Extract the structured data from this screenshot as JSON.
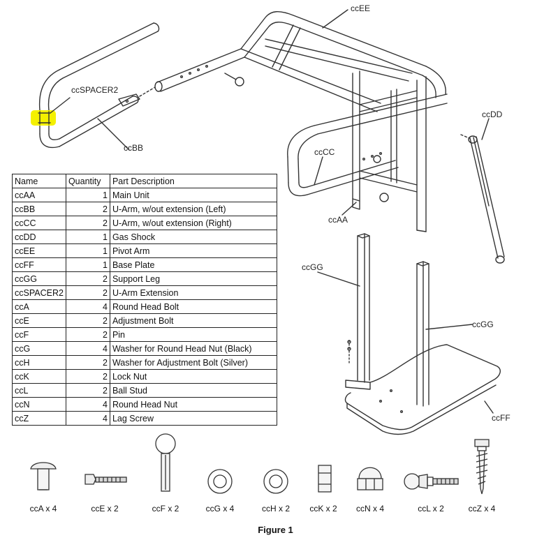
{
  "labels": {
    "ccEE": "ccEE",
    "ccSPACER2": "ccSPACER2",
    "ccBB": "ccBB",
    "ccCC": "ccCC",
    "ccDD": "ccDD",
    "ccAA": "ccAA",
    "ccGG_left": "ccGG",
    "ccGG_right": "ccGG",
    "ccFF": "ccFF"
  },
  "table": {
    "headers": [
      "Name",
      "Quantity",
      "Part Description"
    ],
    "rows": [
      [
        "ccAA",
        "1",
        "Main Unit"
      ],
      [
        "ccBB",
        "2",
        "U-Arm, w/out extension (Left)"
      ],
      [
        "ccCC",
        "2",
        "U-Arm, w/out extension (Right)"
      ],
      [
        "ccDD",
        "1",
        "Gas Shock"
      ],
      [
        "ccEE",
        "1",
        "Pivot Arm"
      ],
      [
        "ccFF",
        "1",
        "Base Plate"
      ],
      [
        "ccGG",
        "2",
        "Support Leg"
      ],
      [
        "ccSPACER2",
        "2",
        "U-Arm Extension"
      ],
      [
        "ccA",
        "4",
        "Round Head Bolt"
      ],
      [
        "ccE",
        "2",
        "Adjustment Bolt"
      ],
      [
        "ccF",
        "2",
        "Pin"
      ],
      [
        "ccG",
        "4",
        "Washer for Round Head Nut (Black)"
      ],
      [
        "ccH",
        "2",
        "Washer for Adjustment Bolt (Silver)"
      ],
      [
        "ccK",
        "2",
        "Lock Nut"
      ],
      [
        "ccL",
        "2",
        "Ball Stud"
      ],
      [
        "ccN",
        "4",
        "Round Head Nut"
      ],
      [
        "ccZ",
        "4",
        "Lag Screw"
      ]
    ]
  },
  "hardware": [
    {
      "label": "ccA x 4",
      "icon": "round-head-bolt-icon"
    },
    {
      "label": "ccE x 2",
      "icon": "adjustment-bolt-icon"
    },
    {
      "label": "ccF x 2",
      "icon": "pin-icon"
    },
    {
      "label": "ccG x 4",
      "icon": "washer-black-icon"
    },
    {
      "label": "ccH x 2",
      "icon": "washer-silver-icon"
    },
    {
      "label": "ccK x 2",
      "icon": "lock-nut-icon"
    },
    {
      "label": "ccN x 4",
      "icon": "round-head-nut-icon"
    },
    {
      "label": "ccL x 2",
      "icon": "ball-stud-icon"
    },
    {
      "label": "ccZ x 4",
      "icon": "lag-screw-icon"
    }
  ],
  "caption": "Figure 1",
  "colors": {
    "highlight": "#f4f000",
    "line": "#333333"
  }
}
